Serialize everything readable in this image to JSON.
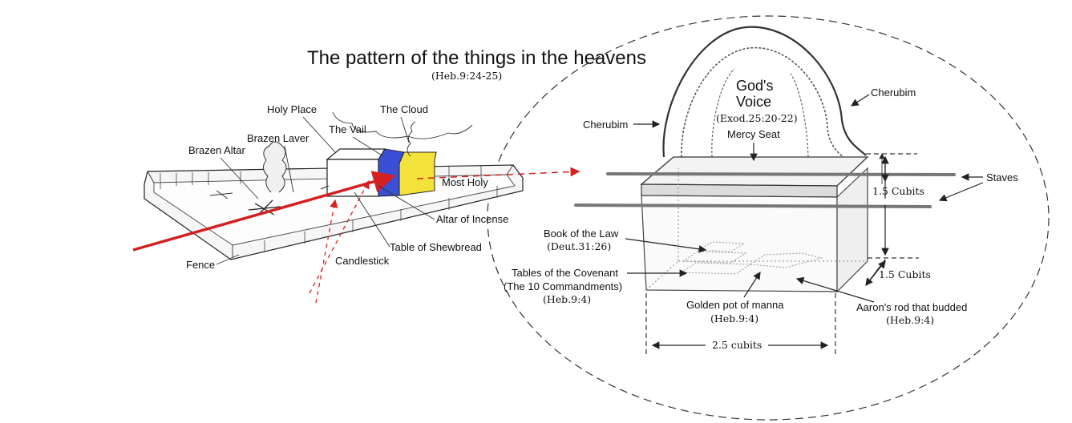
{
  "title": "The pattern of the things in the heavens",
  "subtitle": "(Heb.9:24-25)",
  "court": {
    "holy_place": "Holy Place",
    "the_cloud": "The Cloud",
    "the_vail": "The Vail",
    "brazen_laver": "Brazen Laver",
    "brazen_altar": "Brazen Altar",
    "most_holy": "Most Holy",
    "altar_of_incense": "Altar of Incense",
    "table_of_shewbread": "Table of Shewbread",
    "candlestick": "Candlestick",
    "fence": "Fence"
  },
  "ark": {
    "gods_voice_1": "God's",
    "gods_voice_2": "Voice",
    "gods_voice_ref": "(Exod.25:20-22)",
    "mercy_seat": "Mercy Seat",
    "cherubim_left": "Cherubim",
    "cherubim_right": "Cherubim",
    "staves": "Staves",
    "height_upper": "1.5 Cubits",
    "height_lower": "1.5 Cubits",
    "width": "2.5 cubits",
    "book_of_law": "Book of the Law",
    "book_ref": "(Deut.31:26)",
    "tables_1": "Tables of the Covenant",
    "tables_2": "(The 10 Commandments)",
    "tables_ref": "(Heb.9:4)",
    "manna": "Golden pot of manna",
    "manna_ref": "(Heb.9:4)",
    "rod": "Aaron's rod that budded",
    "rod_ref": "(Heb.9:4)"
  },
  "colors": {
    "vail": "#3a4fd6",
    "most_holy": "#f2e23a",
    "path": "#d42020"
  }
}
